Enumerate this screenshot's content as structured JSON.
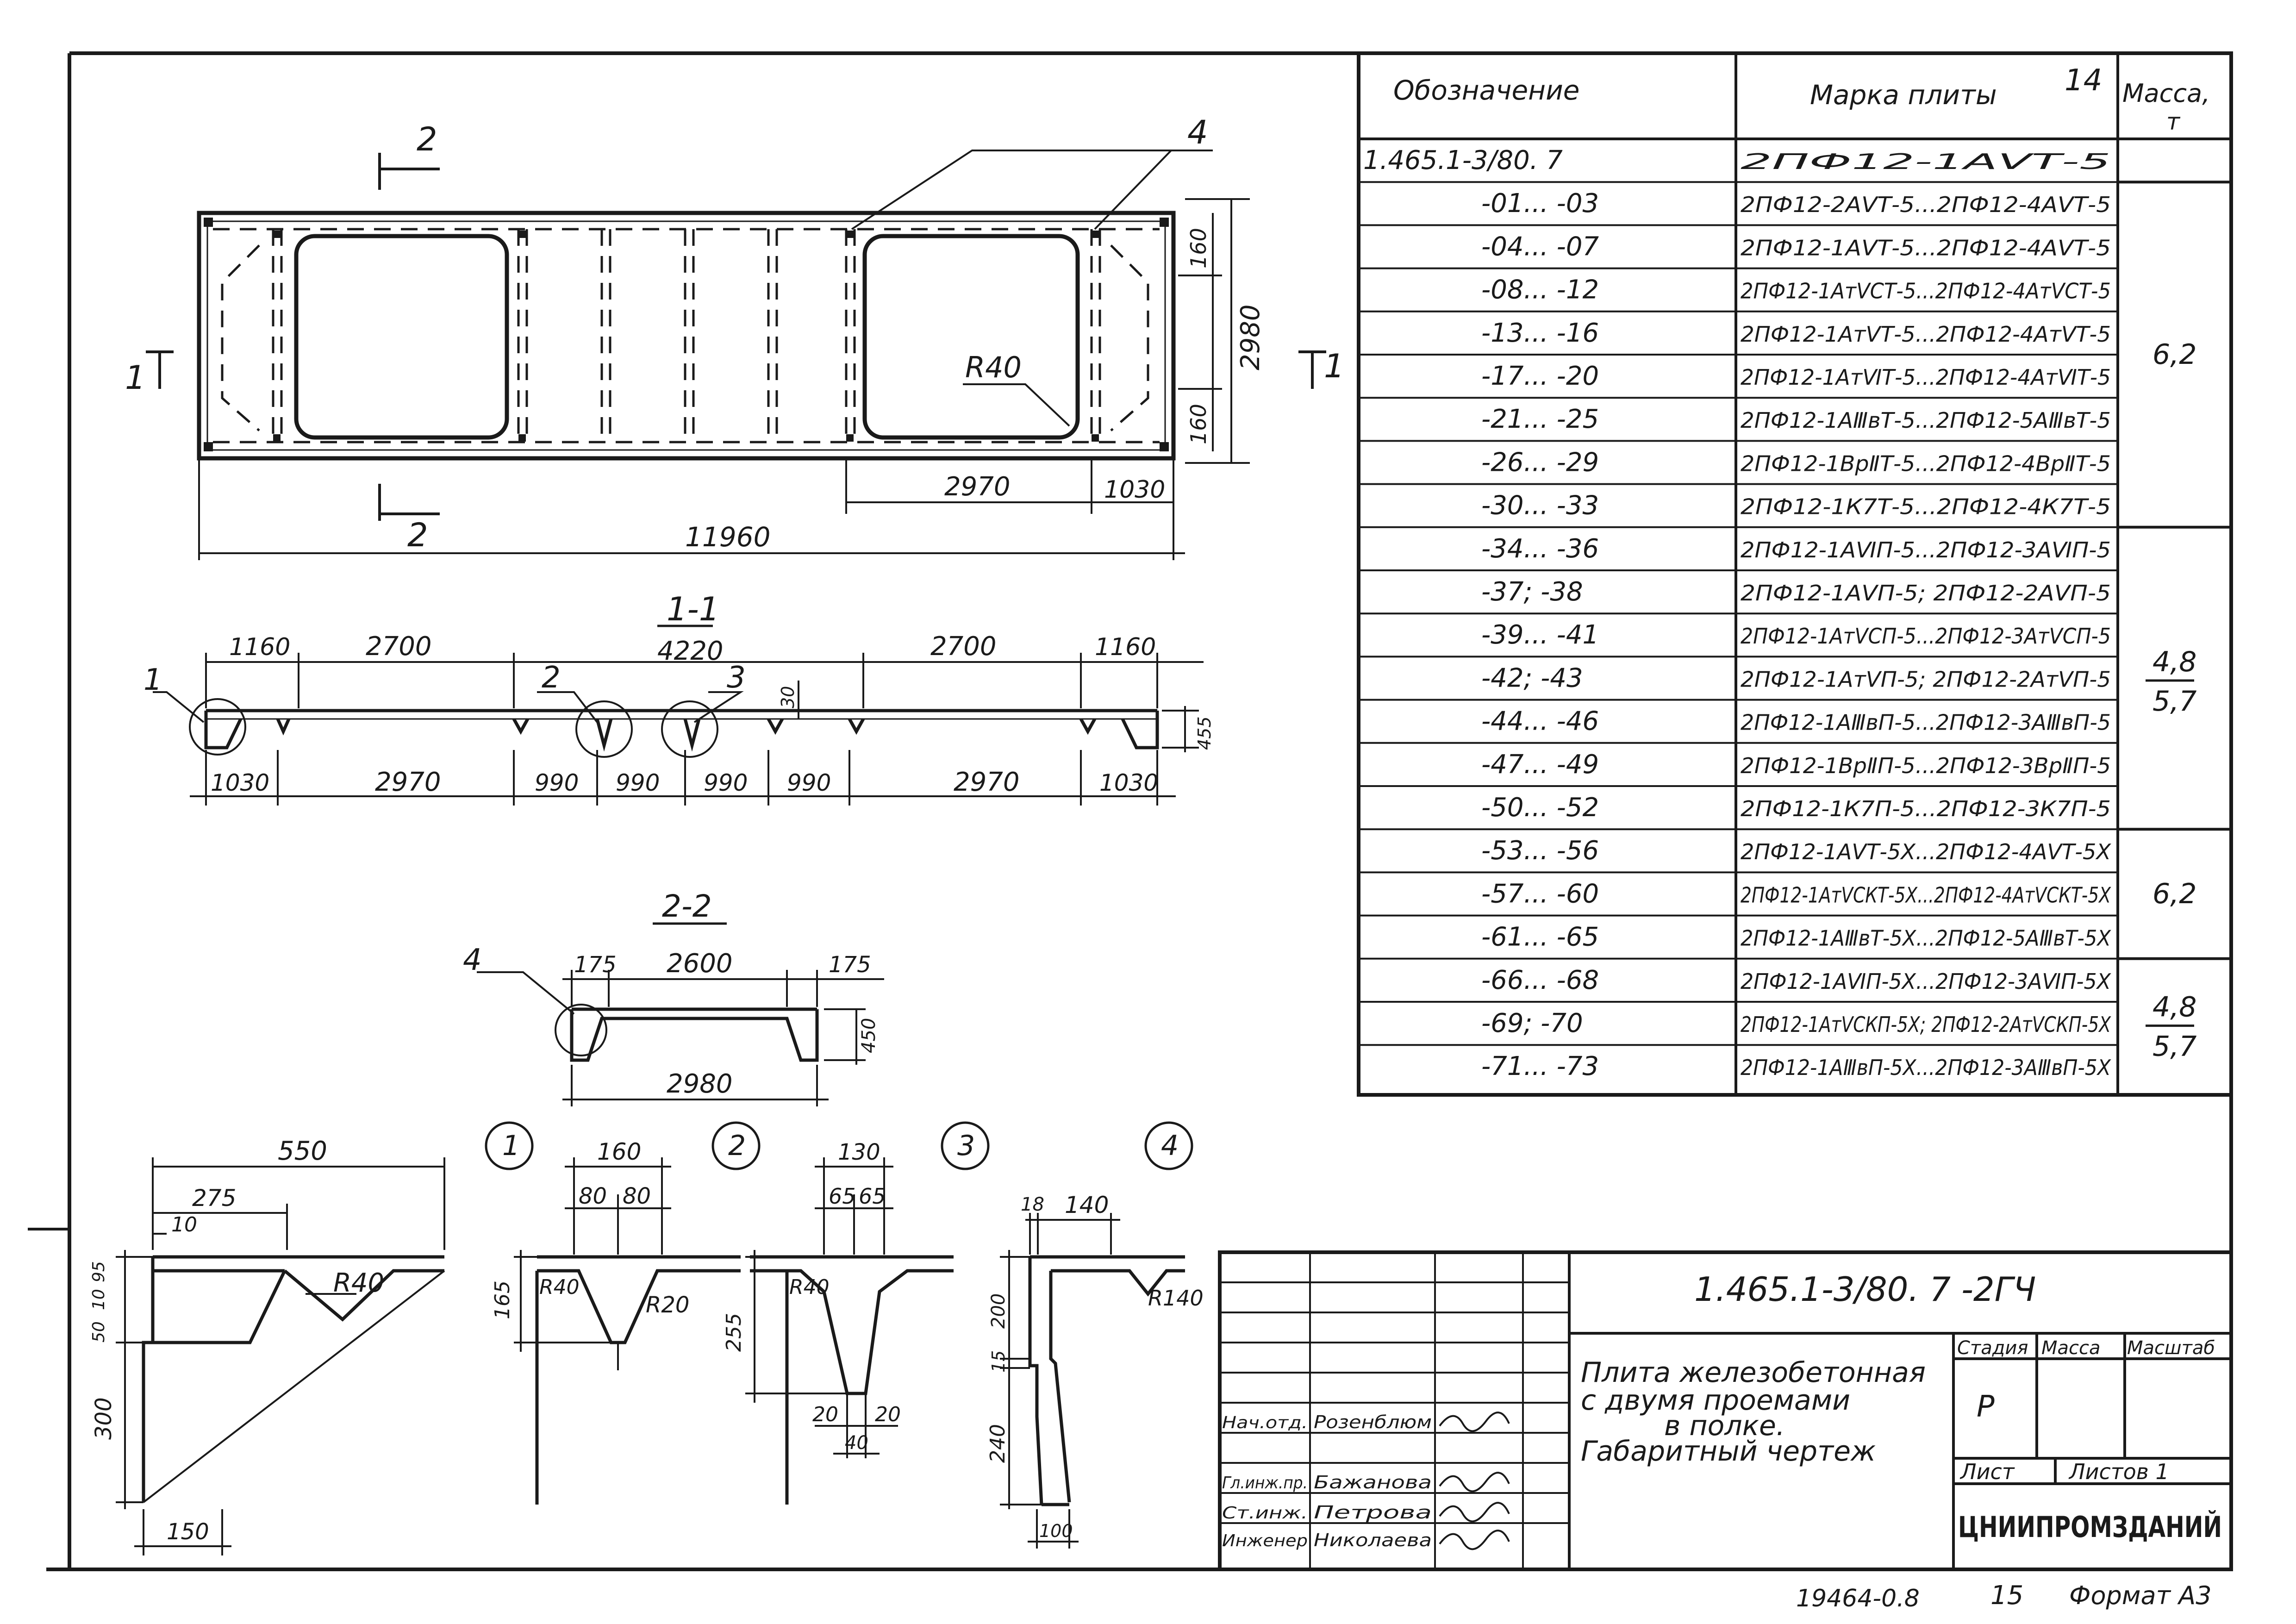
{
  "sheet_number": "14",
  "table": {
    "headers": {
      "designation": "Обозначение",
      "brand": "Марка плиты",
      "mass_line1": "Масса,",
      "mass_line2": "т"
    },
    "rows": [
      {
        "designation": "1.465.1-3/80. 7",
        "brand": "2ПФ12-1АⅤТ-5"
      },
      {
        "designation": "-01... -03",
        "brand": "2ПФ12-2АⅤТ-5...2ПФ12-4АⅤТ-5"
      },
      {
        "designation": "-04... -07",
        "brand": "2ПФ12-1АⅤТ-5...2ПФ12-4АⅤТ-5"
      },
      {
        "designation": "-08... -12",
        "brand": "2ПФ12-1АтⅤСТ-5...2ПФ12-4АтⅤСТ-5"
      },
      {
        "designation": "-13... -16",
        "brand": "2ПФ12-1АтⅤТ-5...2ПФ12-4АтⅤТ-5"
      },
      {
        "designation": "-17... -20",
        "brand": "2ПФ12-1АтⅥТ-5...2ПФ12-4АтⅥТ-5"
      },
      {
        "designation": "-21... -25",
        "brand": "2ПФ12-1АⅢвТ-5...2ПФ12-5АⅢвТ-5"
      },
      {
        "designation": "-26... -29",
        "brand": "2ПФ12-1ВрⅡТ-5...2ПФ12-4ВрⅡТ-5"
      },
      {
        "designation": "-30... -33",
        "brand": "2ПФ12-1К7Т-5...2ПФ12-4К7Т-5"
      },
      {
        "designation": "-34... -36",
        "brand": "2ПФ12-1АⅥП-5...2ПФ12-3АⅥП-5"
      },
      {
        "designation": "-37; -38",
        "brand": "2ПФ12-1АⅤП-5; 2ПФ12-2АⅤП-5"
      },
      {
        "designation": "-39... -41",
        "brand": "2ПФ12-1АтⅤСП-5...2ПФ12-3АтⅤСП-5"
      },
      {
        "designation": "-42; -43",
        "brand": "2ПФ12-1АтⅤП-5; 2ПФ12-2АтⅤП-5"
      },
      {
        "designation": "-44... -46",
        "brand": "2ПФ12-1АⅢвП-5...2ПФ12-3АⅢвП-5"
      },
      {
        "designation": "-47... -49",
        "brand": "2ПФ12-1ВрⅡП-5...2ПФ12-3ВрⅡП-5"
      },
      {
        "designation": "-50... -52",
        "brand": "2ПФ12-1К7П-5...2ПФ12-3К7П-5"
      },
      {
        "designation": "-53... -56",
        "brand": "2ПФ12-1АⅤТ-5Х...2ПФ12-4АⅤТ-5Х"
      },
      {
        "designation": "-57... -60",
        "brand": "2ПФ12-1АтⅤСКТ-5Х...2ПФ12-4АтⅤСКТ-5Х"
      },
      {
        "designation": "-61... -65",
        "brand": "2ПФ12-1АⅢвТ-5Х...2ПФ12-5АⅢвТ-5Х"
      },
      {
        "designation": "-66... -68",
        "brand": "2ПФ12-1АⅥП-5Х...2ПФ12-3АⅥП-5Х"
      },
      {
        "designation": "-69; -70",
        "brand": "2ПФ12-1АтⅤСКП-5Х; 2ПФ12-2АтⅤСКП-5Х"
      },
      {
        "designation": "-71... -73",
        "brand": "2ПФ12-1АⅢвП-5Х...2ПФ12-3АⅢвП-5Х"
      }
    ],
    "mass_groups": [
      {
        "value": "6,2"
      },
      {
        "numerator": "4,8",
        "denominator": "5,7"
      },
      {
        "value": "6,2"
      },
      {
        "numerator": "4,8",
        "denominator": "5,7"
      }
    ]
  },
  "plan_view": {
    "section_mark_1": "1",
    "section_mark_2": "2",
    "leader_4": "4",
    "radius": "R40",
    "dim_160_top": "160",
    "dim_2980": "2980",
    "dim_160_bottom": "160",
    "dim_2970": "2970",
    "dim_1030": "1030",
    "dim_11960": "11960"
  },
  "section_1_1": {
    "title": "1-1",
    "top_dims": [
      "1160",
      "2700",
      "4220",
      "2700",
      "1160"
    ],
    "bottom_dims": [
      "1030",
      "2970",
      "990",
      "990",
      "990",
      "990",
      "2970",
      "1030"
    ],
    "leaders": [
      "1",
      "2",
      "3"
    ],
    "dim_30": "30",
    "dim_455": "455"
  },
  "section_2_2": {
    "title": "2-2",
    "leader": "4",
    "top_dims": [
      "175",
      "2600",
      "175"
    ],
    "dim_450": "450",
    "dim_2980": "2980"
  },
  "details": {
    "d1": {
      "num": "1",
      "dims": [
        "550",
        "275",
        "10",
        "95",
        "50",
        "10",
        "300",
        "150"
      ],
      "radius": "R40"
    },
    "d2": {
      "num": "2",
      "dims": [
        "160",
        "80",
        "80",
        "165"
      ],
      "radius_a": "R40",
      "radius_b": "R20"
    },
    "d3": {
      "num": "3",
      "dims": [
        "130",
        "65",
        "65",
        "255",
        "20",
        "20",
        "40"
      ],
      "radius": "R40"
    },
    "d4": {
      "num": "4",
      "dims": [
        "18",
        "140",
        "200",
        "15",
        "240",
        "100"
      ],
      "radius": "R140"
    }
  },
  "title_block": {
    "code": "1.465.1-3/80. 7 -2ГЧ",
    "title_lines": [
      "Плита железобетонная",
      "с двумя проемами",
      "в полке.",
      "Габаритный чертеж"
    ],
    "stage_header": "Стадия",
    "mass_header": "Масса",
    "scale_header": "Масштаб",
    "stage": "Р",
    "sheet_label": "Лист",
    "sheets_label": "Листов 1",
    "org": "ЦНИИПРОМЗДАНИЙ",
    "signatures": [
      {
        "role": "Нач.отд.",
        "name": "Розенблюм"
      },
      {
        "role": "Гл.инж.пр.",
        "name": "Бажанова"
      },
      {
        "role": "Ст.инж.",
        "name": "Петрова"
      },
      {
        "role": "Инженер",
        "name": "Николаева"
      }
    ]
  },
  "footer": {
    "doc_number": "19464-0.8",
    "page": "15",
    "format": "Формат А3"
  }
}
